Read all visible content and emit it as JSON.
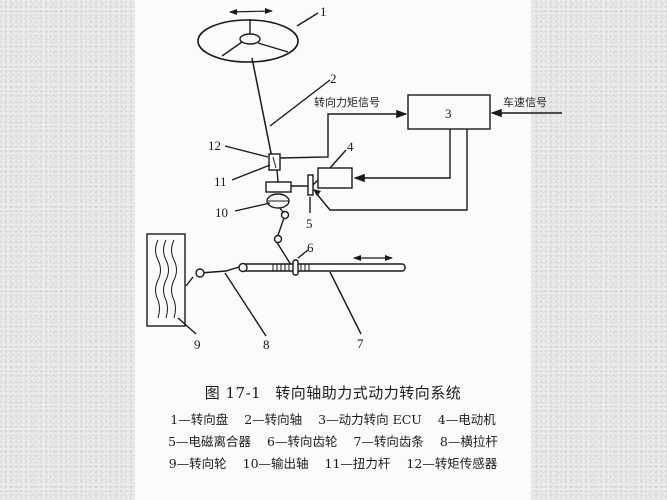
{
  "figure": {
    "number": "图 17-1",
    "title": "转向轴助力式动力转向系统"
  },
  "signals": {
    "torque_signal": "转向力矩信号",
    "speed_signal": "车速信号"
  },
  "ecu_box_label": "3",
  "callouts": {
    "c1": "1",
    "c2": "2",
    "c3": "3",
    "c4": "4",
    "c5": "5",
    "c6": "6",
    "c7": "7",
    "c8": "8",
    "c9": "9",
    "c10": "10",
    "c11": "11",
    "c12": "12"
  },
  "legend": {
    "rows": [
      [
        {
          "id": "1",
          "text": "1—转向盘"
        },
        {
          "id": "2",
          "text": "2—转向轴"
        },
        {
          "id": "3",
          "text": "3—动力转向 ECU"
        },
        {
          "id": "4",
          "text": "4—电动机"
        }
      ],
      [
        {
          "id": "5",
          "text": "5—电磁离合器"
        },
        {
          "id": "6",
          "text": "6—转向齿轮"
        },
        {
          "id": "7",
          "text": "7—转向齿条"
        },
        {
          "id": "8",
          "text": "8—横拉杆"
        }
      ],
      [
        {
          "id": "9",
          "text": "9—转向轮"
        },
        {
          "id": "10",
          "text": "10—输出轴"
        },
        {
          "id": "11",
          "text": "11—扭力杆"
        },
        {
          "id": "12",
          "text": "12—转矩传感器"
        }
      ]
    ]
  },
  "colors": {
    "background": "#ececec",
    "panel": "#fbfbfa",
    "ink": "#1a1a1a"
  }
}
